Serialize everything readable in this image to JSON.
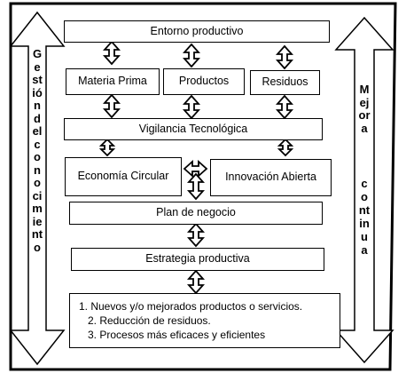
{
  "boxes": {
    "entorno": "Entorno productivo",
    "materia": "Materia Prima",
    "productos": "Productos",
    "residuos": "Residuos",
    "vigilancia": "Vigilancia Tecnológica",
    "economia": "Economía Circular",
    "innovacion": "Innovación Abierta",
    "plan": "Plan de negocio",
    "estrategia": "Estrategia productiva"
  },
  "results": [
    "1. Nuevos y/o mejorados productos o servicios.",
    "2. Reducción de residuos.",
    "3. Procesos más eficaces y eficientes"
  ],
  "side_labels": {
    "left": "Gestióndelconocimiento",
    "right_top": "Mejora",
    "right_bottom": "continua"
  }
}
